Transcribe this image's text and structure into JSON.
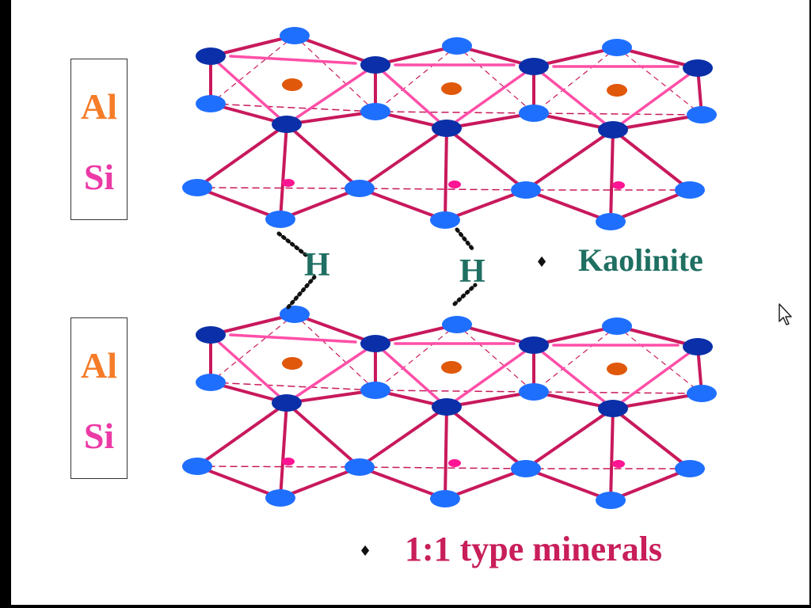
{
  "layers": [
    {
      "al_label": "Al",
      "si_label": "Si"
    },
    {
      "al_label": "Al",
      "si_label": "Si"
    }
  ],
  "hydrogen_labels": [
    "H",
    "H"
  ],
  "bullets": [
    {
      "symbol": "♦",
      "text": "Kaolinite",
      "color": "#1f6f62"
    },
    {
      "symbol": "♦",
      "text": "1:1 type minerals",
      "color": "#c81e5a"
    }
  ],
  "colors": {
    "bond": "#c8195c",
    "octahedral_bond": "#ff4fa8",
    "oxygen_light": "#1f6fff",
    "oxygen_dark": "#0a2fa8",
    "aluminum": "#e0580a",
    "silicon": "#ff1493",
    "al_text": "#f57c28",
    "si_text": "#ec3aa6",
    "h_text": "#1f6f62"
  },
  "icons": {
    "bullet": "diamond-bullet-icon",
    "cursor": "mouse-pointer-icon"
  }
}
